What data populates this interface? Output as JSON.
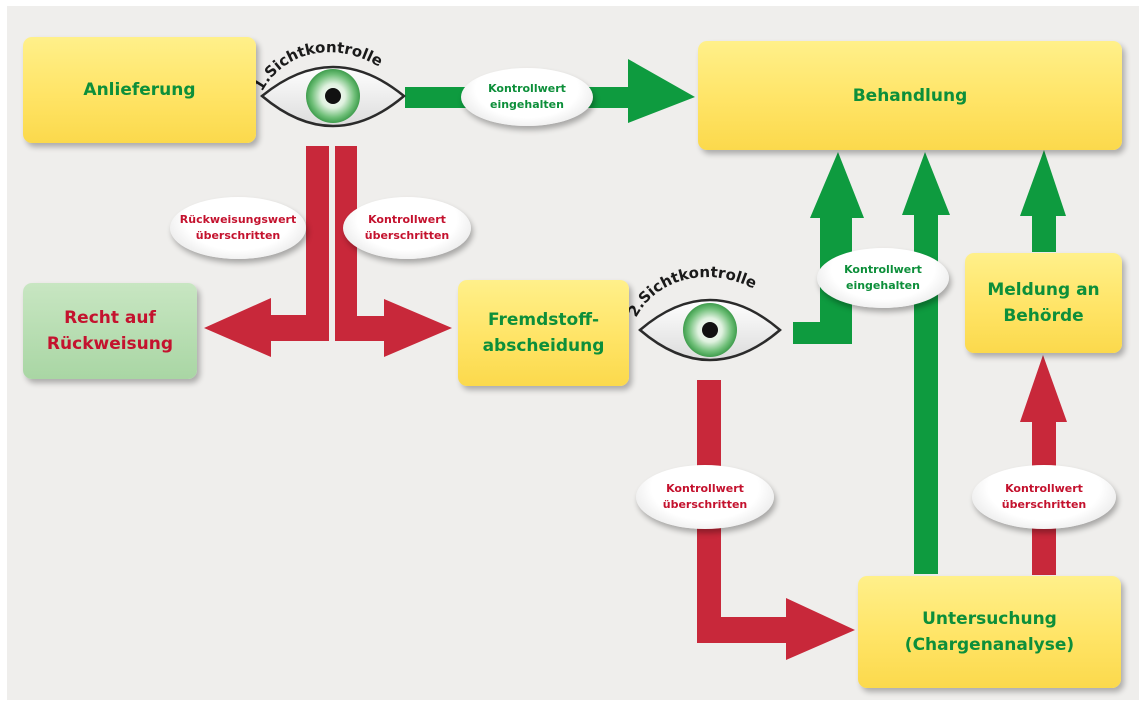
{
  "colors": {
    "background": "#efeeec",
    "green_arrow": "#0e9b3f",
    "red_arrow": "#c8283a",
    "box_yellow": "#fde468",
    "box_green": "#b5dcb0",
    "text_green": "#0d8f3a",
    "text_red": "#c4122e"
  },
  "boxes": {
    "anlieferung": "Anlieferung",
    "behandlung": "Behandlung",
    "recht": "Recht auf\nRückweisung",
    "fremdstoff": "Fremdstoff-\nabscheidung",
    "meldung": "Meldung an\nBehörde",
    "untersuchung": "Untersuchung\n(Chargenanalyse)"
  },
  "eyes": {
    "first": "1.Sichtkontrolle",
    "second": "2.Sichtkontrolle"
  },
  "labels": {
    "top_green": "Kontrollwert\neingehalten",
    "rueckweisungswert": "Rückweisungswert\nüberschritten",
    "kontrollwert_left": "Kontrollwert\nüberschritten",
    "mid_green": "Kontrollwert\neingehalten",
    "kontrollwert_mid": "Kontrollwert\nüberschritten",
    "kontrollwert_right": "Kontrollwert\nüberschritten"
  }
}
